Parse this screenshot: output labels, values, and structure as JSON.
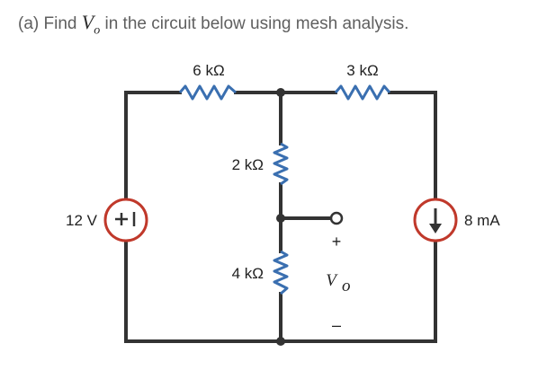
{
  "question": {
    "prefix": "(a)  Find ",
    "var_main": "V",
    "var_sub": "o",
    "suffix": " in the circuit below using mesh analysis."
  },
  "labels": {
    "r_top_left": "6 kΩ",
    "r_top_right": "3 kΩ",
    "r_mid_upper": "2 kΩ",
    "r_mid_lower": "4 kΩ",
    "voltage_source": "12 V",
    "current_source": "8 mA",
    "vo_main": "V",
    "vo_sub": "o",
    "vo_plus": "+",
    "vo_minus": "–",
    "source_plus": "+",
    "source_minus": "–"
  },
  "colors": {
    "wire": "#333333",
    "resistor": "#3a6fb0",
    "source": "#c0392b"
  }
}
